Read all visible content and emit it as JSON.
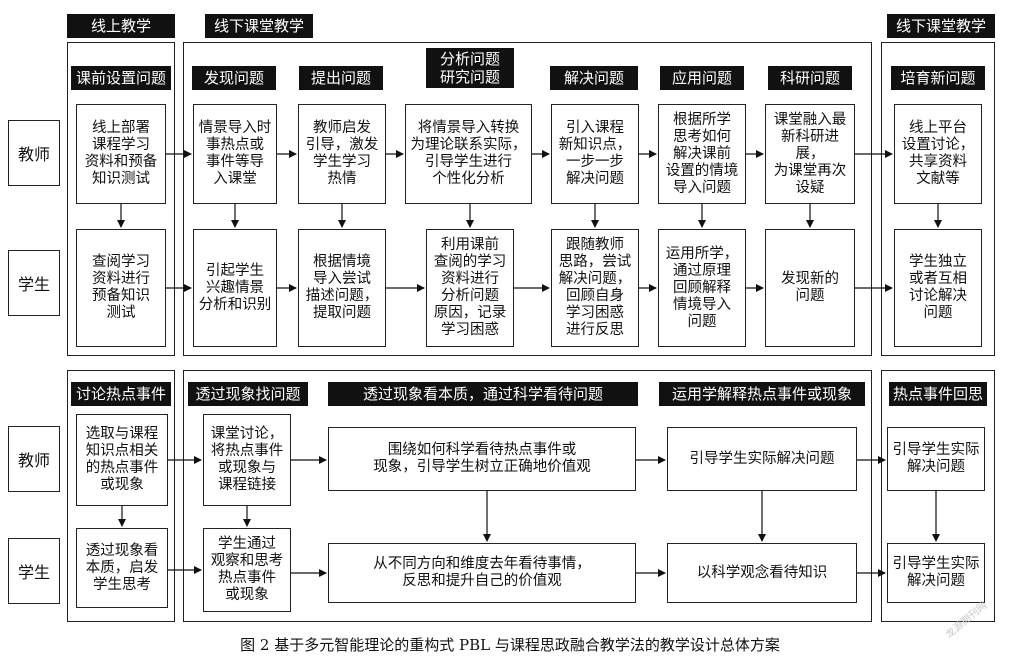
{
  "sections": {
    "online": "线上教学",
    "offline_left": "线下课堂教学",
    "offline_right": "线下课堂教学"
  },
  "roles": {
    "teacher": "教师",
    "student": "学生"
  },
  "top": {
    "headers": [
      "课前设置问题",
      "发现问题",
      "提出问题",
      "分析问题\n研究问题",
      "解决问题",
      "应用问题",
      "科研问题",
      "培育新问题"
    ],
    "teacher": [
      "线上部署\n课程学习\n资料和预备\n知识测试",
      "情景导入时\n事热点或\n事件等导\n入课堂",
      "教师启发\n引导，激发\n学生学习\n热情",
      "将情景导入转换\n为理论联系实际，\n引导学生进行\n个性化分析",
      "引入课程\n新知识点，\n一步一步\n解决问题",
      "根据所学\n思考如何\n解决课前\n设置的情境\n导入问题",
      "课堂融入最\n新科研进展，\n为课堂再次\n设疑",
      "线上平台\n设置讨论，\n共享资料\n文献等"
    ],
    "student": [
      "查阅学习\n资料进行\n预备知识\n测试",
      "引起学生\n兴趣情景\n分析和识别",
      "根据情境\n导入尝试\n描述问题，\n提取问题",
      "利用课前\n查阅的学习\n资料进行\n分析问题\n原因，记录\n学习困惑",
      "跟随教师\n思路，尝试\n解决问题，\n回顾自身\n学习困惑\n进行反思",
      "运用所学，\n通过原理\n回顾解释\n情境导入\n问题",
      "发现新的\n问题",
      "学生独立\n或者互相\n讨论解决\n问题"
    ]
  },
  "bottom": {
    "headers": [
      "讨论热点事件",
      "透过现象找问题",
      "透过现象看本质，通过科学看待问题",
      "运用学解释热点事件或现象",
      "热点事件回思"
    ],
    "teacher": [
      "选取与课程\n知识点相关\n的热点事件\n或现象",
      "课堂讨论，\n将热点事件\n或现象与\n课程链接",
      "围绕如何科学看待热点事件或\n现象，引导学生树立正确地价值观",
      "引导学生实际解决问题",
      "引导学生实际\n解决问题"
    ],
    "student": [
      "透过现象看\n本质，启发\n学生思考",
      "学生通过\n观察和思考\n热点事件\n或现象",
      "从不同方向和维度去年看待事情，\n反思和提升自己的价值观",
      "以科学观念看待知识",
      "引导学生实际\n解决问题"
    ]
  },
  "caption": "图 2   基于多元智能理论的重构式 PBL 与课程思政融合教学法的教学设计总体方案",
  "watermark": "龙源期刊网"
}
